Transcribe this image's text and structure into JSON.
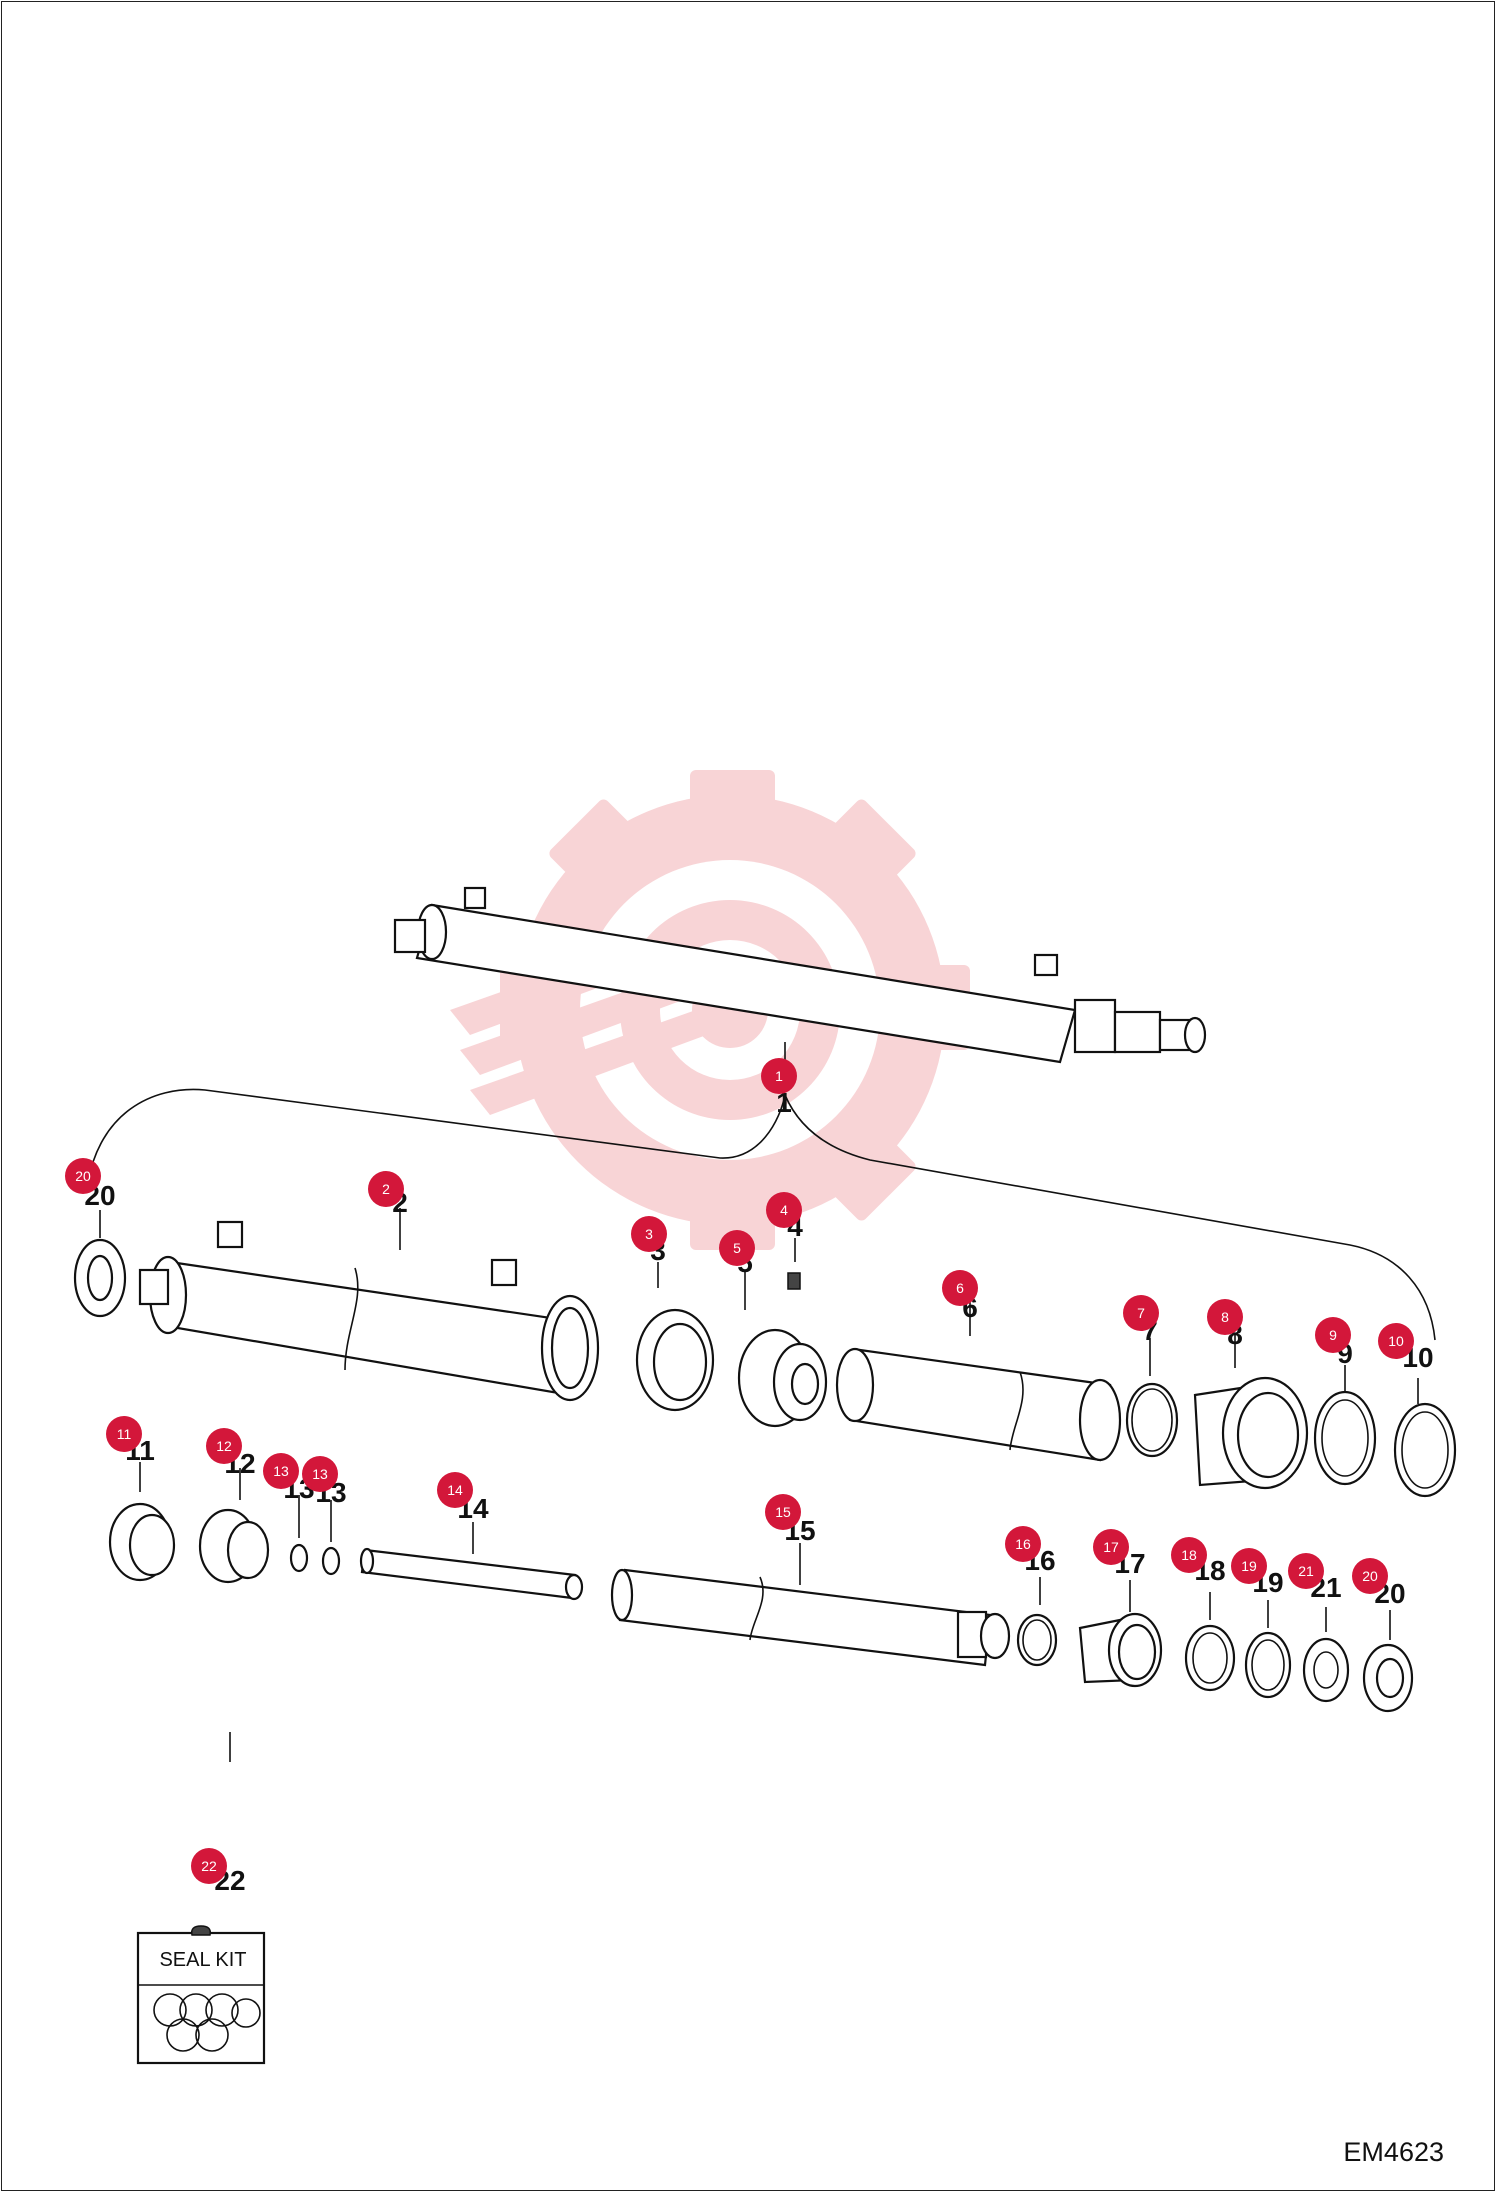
{
  "drawing_code": "EM4623",
  "seal_kit_label": "SEAL KIT",
  "callouts": [
    {
      "id": "c1",
      "badge": "1",
      "label": "1"
    },
    {
      "id": "c20a",
      "badge": "20",
      "label": "20"
    },
    {
      "id": "c2",
      "badge": "2",
      "label": "2"
    },
    {
      "id": "c3",
      "badge": "3",
      "label": "3"
    },
    {
      "id": "c4",
      "badge": "4",
      "label": "4"
    },
    {
      "id": "c5",
      "badge": "5",
      "label": "5"
    },
    {
      "id": "c6",
      "badge": "6",
      "label": "6"
    },
    {
      "id": "c7",
      "badge": "7",
      "label": "7"
    },
    {
      "id": "c8",
      "badge": "8",
      "label": "8"
    },
    {
      "id": "c9",
      "badge": "9",
      "label": "9"
    },
    {
      "id": "c10",
      "badge": "10",
      "label": "10"
    },
    {
      "id": "c11",
      "badge": "11",
      "label": "11"
    },
    {
      "id": "c12",
      "badge": "12",
      "label": "12"
    },
    {
      "id": "c13a",
      "badge": "13",
      "label": "13"
    },
    {
      "id": "c13b",
      "badge": "13",
      "label": "13"
    },
    {
      "id": "c14",
      "badge": "14",
      "label": "14"
    },
    {
      "id": "c15",
      "badge": "15",
      "label": "15"
    },
    {
      "id": "c16",
      "badge": "16",
      "label": "16"
    },
    {
      "id": "c17",
      "badge": "17",
      "label": "17"
    },
    {
      "id": "c18",
      "badge": "18",
      "label": "18"
    },
    {
      "id": "c19",
      "badge": "19",
      "label": "19"
    },
    {
      "id": "c21",
      "badge": "21",
      "label": "21"
    },
    {
      "id": "c20b",
      "badge": "20",
      "label": "20"
    },
    {
      "id": "c22",
      "badge": "22",
      "label": "22"
    }
  ],
  "colors": {
    "badge": "#d3173a",
    "watermark": "#f6c9cc",
    "line": "#111111"
  }
}
